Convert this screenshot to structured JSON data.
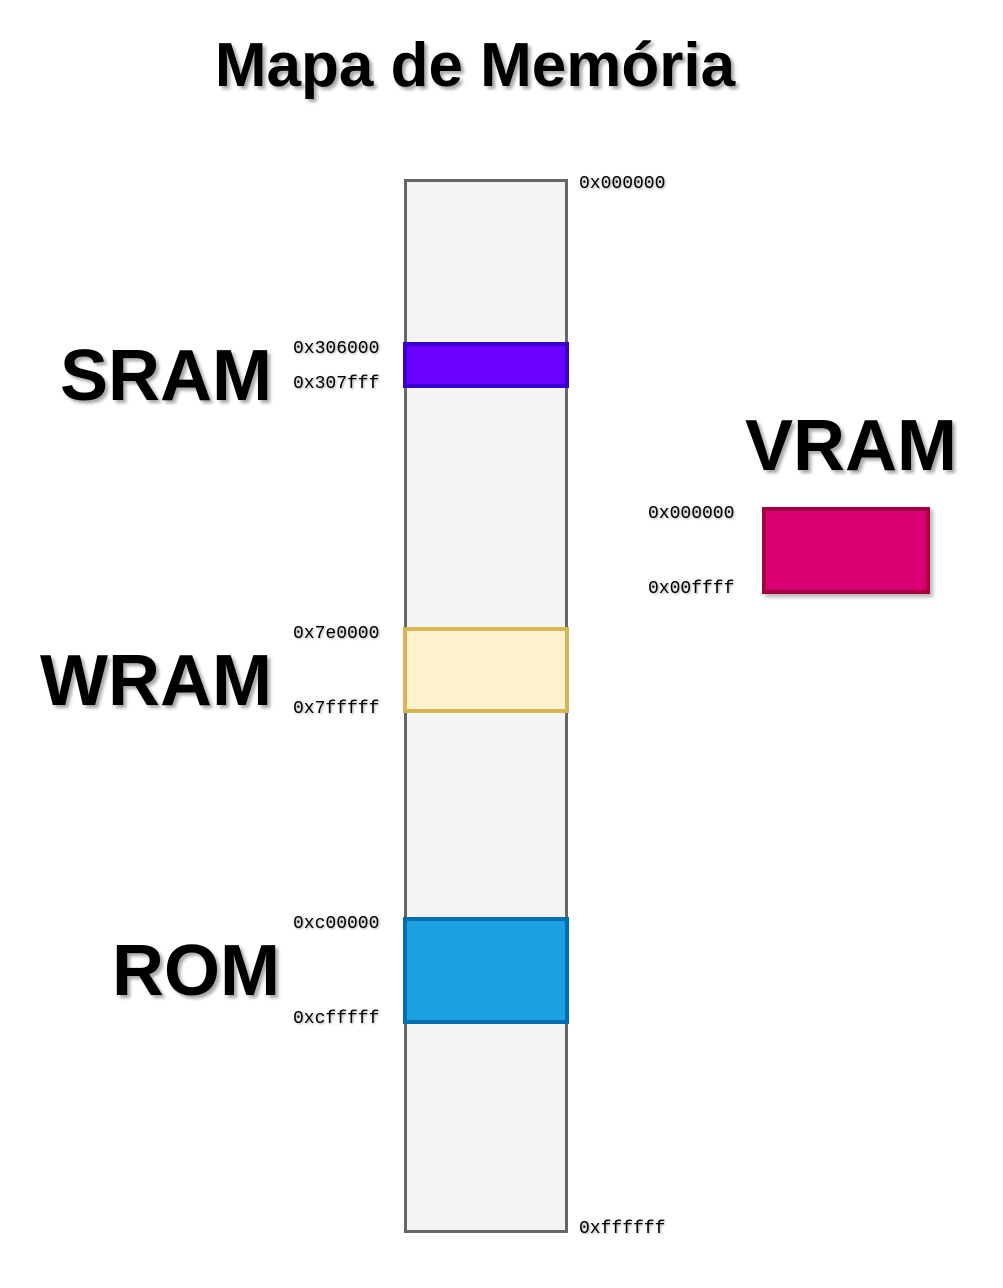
{
  "title": "Mapa de Memória",
  "main_memory": {
    "start_address": "0x000000",
    "end_address": "0xffffff",
    "background_color": "#f4f4f4",
    "border_color": "#666666",
    "regions": [
      {
        "label": "SRAM",
        "start": "0x306000",
        "end": "0x307fff",
        "fill_color": "#6a00ff",
        "border_color": "#3700cc"
      },
      {
        "label": "WRAM",
        "start": "0x7e0000",
        "end": "0x7fffff",
        "fill_color": "#fff2cc",
        "border_color": "#d6b656"
      },
      {
        "label": "ROM",
        "start": "0xc00000",
        "end": "0xcfffff",
        "fill_color": "#1ba1e2",
        "border_color": "#006eaf"
      }
    ]
  },
  "vram": {
    "label": "VRAM",
    "start": "0x000000",
    "end": "0x00ffff",
    "fill_color": "#d80073",
    "border_color": "#a50040"
  }
}
